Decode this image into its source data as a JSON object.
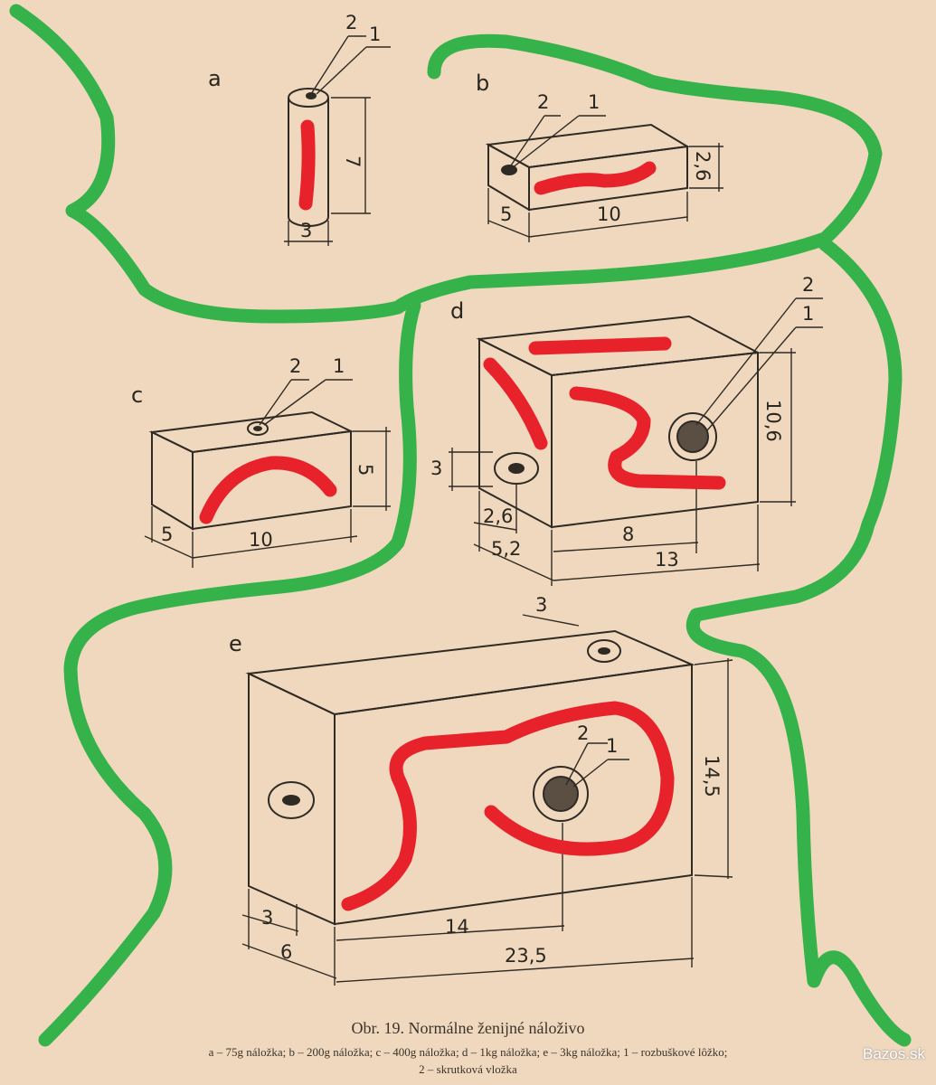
{
  "labels": {
    "a": "a",
    "b": "b",
    "c": "c",
    "d": "d",
    "e": "e",
    "one": "1",
    "two": "2"
  },
  "dims": {
    "a_height": "7",
    "a_diameter": "3",
    "b_height": "2,6",
    "b_depth": "5",
    "b_length": "10",
    "c_height": "5",
    "c_depth": "5",
    "c_length": "10",
    "d_height": "10,6",
    "d_side": "3",
    "d_inner_depth": "2,6",
    "d_depth": "5,2",
    "d_inner": "8",
    "d_length": "13",
    "e_top": "3",
    "e_height": "14,5",
    "e_inner_depth": "3",
    "e_depth": "6",
    "e_inner": "14",
    "e_length": "23,5"
  },
  "caption": {
    "title": "Obr. 19. Normálne ženijné náloživo",
    "line1": "a – 75g náložka; b – 200g náložka; c – 400g náložka; d – 1kg náložka; e – 3kg náložka; 1 – rozbuškové lôžko;",
    "line2": "2 – skrutková vložka"
  },
  "watermark": "Bazos.sk",
  "colors": {
    "paper": "#efd8bd",
    "ink": "#2f2a24",
    "red_marker": "#e8222a",
    "green_marker": "#35b24a"
  }
}
